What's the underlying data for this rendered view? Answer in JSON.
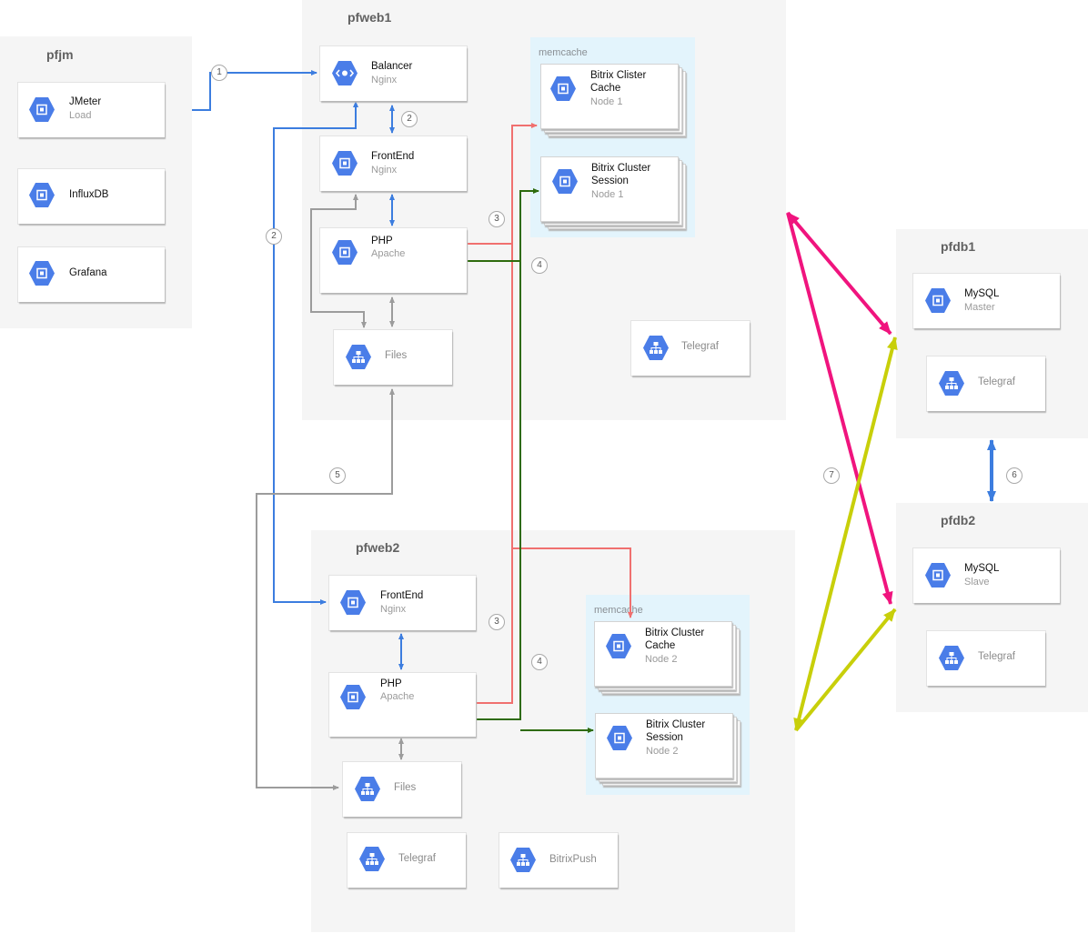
{
  "zones": {
    "pfjm": "pfjm",
    "pfweb1": "pfweb1",
    "pfweb2": "pfweb2",
    "pfdb1": "pfdb1",
    "pfdb2": "pfdb2",
    "memcache1": "memcache",
    "memcache2": "memcache"
  },
  "pfjm": {
    "jmeter": {
      "title": "JMeter",
      "sub": "Load"
    },
    "influxdb": {
      "title": "InfluxDB"
    },
    "grafana": {
      "title": "Grafana"
    }
  },
  "pfweb1": {
    "balancer": {
      "title": "Balancer",
      "sub": "Nginx"
    },
    "frontend": {
      "title": "FrontEnd",
      "sub": "Nginx"
    },
    "php": {
      "title": "PHP",
      "sub": "Apache"
    },
    "files": {
      "title": "Files"
    },
    "telegraf": {
      "title": "Telegraf"
    },
    "cache": {
      "title": "Bitrix Clister Cache",
      "sub": "Node 1"
    },
    "session": {
      "title": "Bitrix Cluster Session",
      "sub": "Node 1"
    }
  },
  "pfweb2": {
    "frontend": {
      "title": "FrontEnd",
      "sub": "Nginx"
    },
    "php": {
      "title": "PHP",
      "sub": "Apache"
    },
    "files": {
      "title": "Files"
    },
    "telegraf": {
      "title": "Telegraf"
    },
    "bitrixpush": {
      "title": "BitrixPush"
    },
    "cache": {
      "title": "Bitrix Cluster Cache",
      "sub": "Node 2"
    },
    "session": {
      "title": "Bitrix Cluster Session",
      "sub": "Node 2"
    }
  },
  "pfdb1": {
    "mysql": {
      "title": "MySQL",
      "sub": "Master"
    },
    "telegraf": {
      "title": "Telegraf"
    }
  },
  "pfdb2": {
    "mysql": {
      "title": "MySQL",
      "sub": "Slave"
    },
    "telegraf": {
      "title": "Telegraf"
    }
  },
  "steps": {
    "s1": "1",
    "s2a": "2",
    "s2b": "2",
    "s3a": "3",
    "s3b": "3",
    "s4a": "4",
    "s4b": "4",
    "s5": "5",
    "s6": "6",
    "s7": "7"
  },
  "icons": {
    "compute": "compute-chip-icon",
    "balancer": "load-balancer-icon",
    "network": "network-tree-icon"
  },
  "colors": {
    "zone_bg": "#f5f5f5",
    "memcache_bg": "#e3f4fc",
    "icon_blue": "#4a7de8",
    "http_blue": "#3c7ddf",
    "cache_red": "#f0706f",
    "session_green": "#2e6b0e",
    "files_grey": "#9c9c9c",
    "replication_pink": "#f0147e",
    "replication_yellow": "#c8cf0a"
  }
}
